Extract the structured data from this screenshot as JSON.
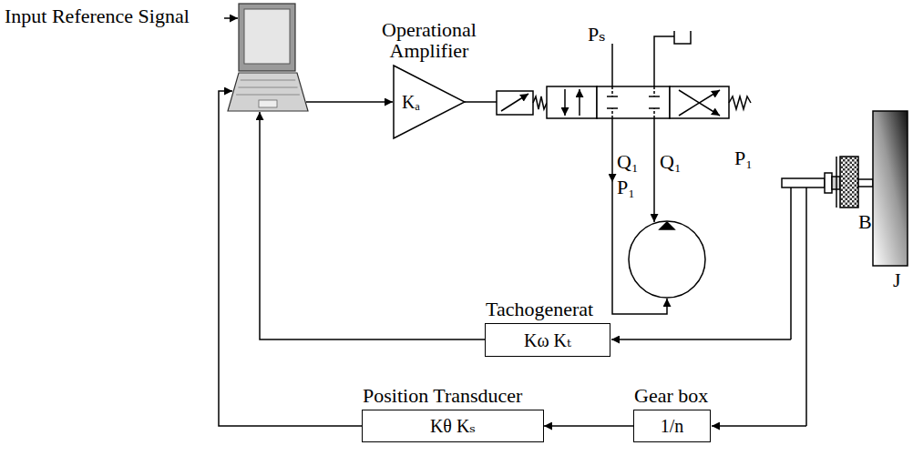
{
  "diagram": {
    "nodes": [
      {
        "text": [
          "Operational Amplifier",
          "Kₐ"
        ]
      },
      {
        "text": [
          "Tachogenerat",
          "Kω Kₜ"
        ]
      },
      {
        "text": [
          "Position Transducer",
          "Kθ Kₛ"
        ]
      },
      {
        "text": [
          "Gear box",
          "1/n"
        ]
      }
    ],
    "edges": [
      {
        "from": 3,
        "to": 2,
        "arrow": "to"
      }
    ],
    "labels": [
      "Input Reference Signal",
      "Pₛ",
      "Q₁",
      "P₁",
      "Q₁",
      "P₁",
      "B",
      "J"
    ]
  }
}
